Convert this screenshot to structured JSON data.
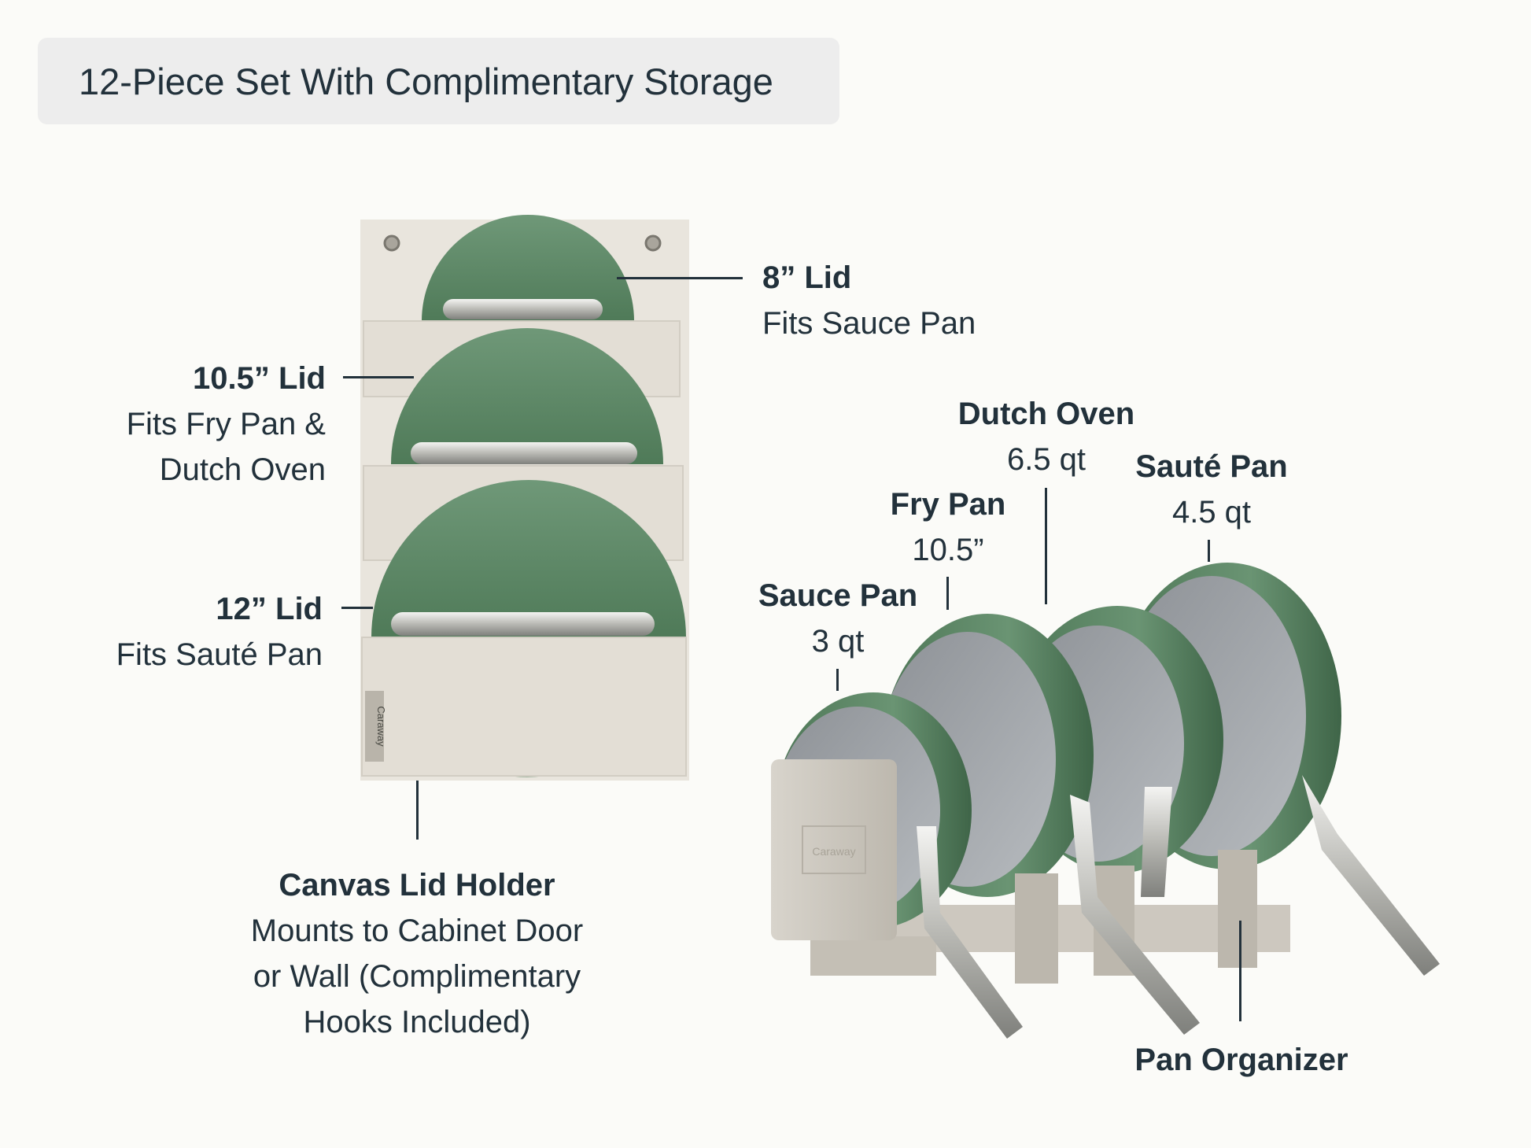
{
  "header": {
    "title": "12-Piece Set With Complimentary Storage"
  },
  "holder": {
    "brand": "Caraway"
  },
  "organizer": {
    "brand": "Caraway"
  },
  "labels": {
    "lid8": {
      "title": "8” Lid",
      "sub": "Fits Sauce Pan"
    },
    "lid105": {
      "title": "10.5” Lid",
      "sub1": "Fits Fry Pan &",
      "sub2": "Dutch Oven"
    },
    "lid12": {
      "title": "12” Lid",
      "sub": "Fits Sauté Pan"
    },
    "canvas": {
      "title": "Canvas Lid Holder",
      "sub1": "Mounts to Cabinet Door",
      "sub2": "or Wall (Complimentary",
      "sub3": "Hooks Included)"
    },
    "dutch": {
      "title": "Dutch Oven",
      "sub": "6.5 qt"
    },
    "saute": {
      "title": "Sauté Pan",
      "sub": "4.5 qt"
    },
    "fry": {
      "title": "Fry Pan",
      "sub": "10.5”"
    },
    "sauce": {
      "title": "Sauce Pan",
      "sub": "3 qt"
    },
    "organizer": {
      "title": "Pan Organizer"
    }
  },
  "colors": {
    "sage": "#5f8a67",
    "canvas": "#e9e5dd",
    "steel": "#c9c9c4",
    "ink": "#22313b"
  }
}
